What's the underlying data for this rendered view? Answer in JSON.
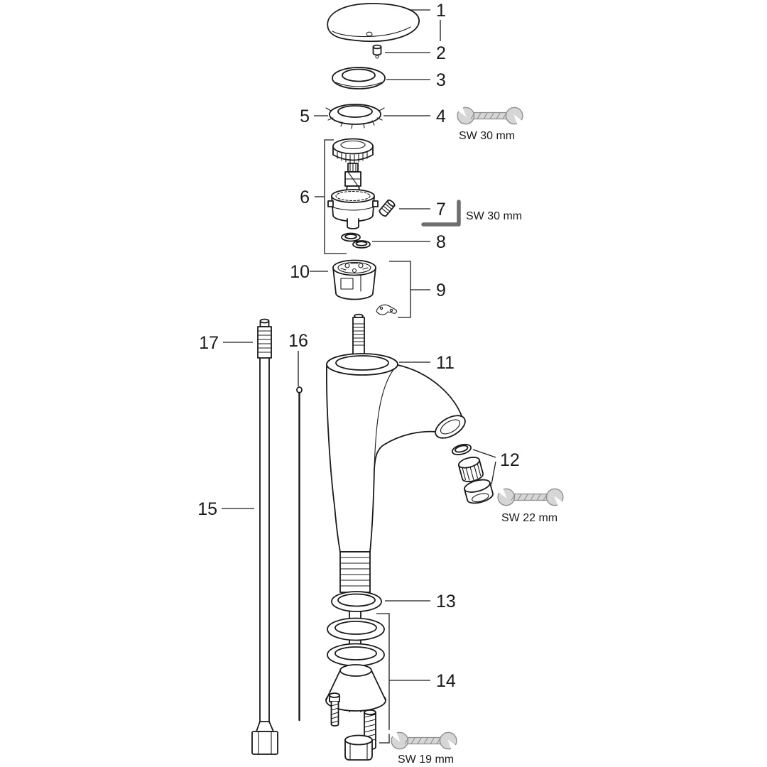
{
  "diagram": {
    "background": "#ffffff",
    "line_color": "#1a1a1a",
    "tool_fill": "#d6d6d6",
    "tool_stroke": "#8f8f8f",
    "parts": {
      "n1": "1",
      "n2": "2",
      "n3": "3",
      "n4": "4",
      "n5": "5",
      "n6": "6",
      "n7": "7",
      "n8": "8",
      "n9": "9",
      "n10": "10",
      "n11": "11",
      "n12": "12",
      "n13": "13",
      "n14": "14",
      "n15": "15",
      "n16": "16",
      "n17": "17"
    },
    "tools": {
      "wrench_30": "SW 30 mm",
      "hexkey_30": "SW 30 mm",
      "wrench_22": "SW 22 mm",
      "wrench_19": "SW 19 mm"
    }
  }
}
